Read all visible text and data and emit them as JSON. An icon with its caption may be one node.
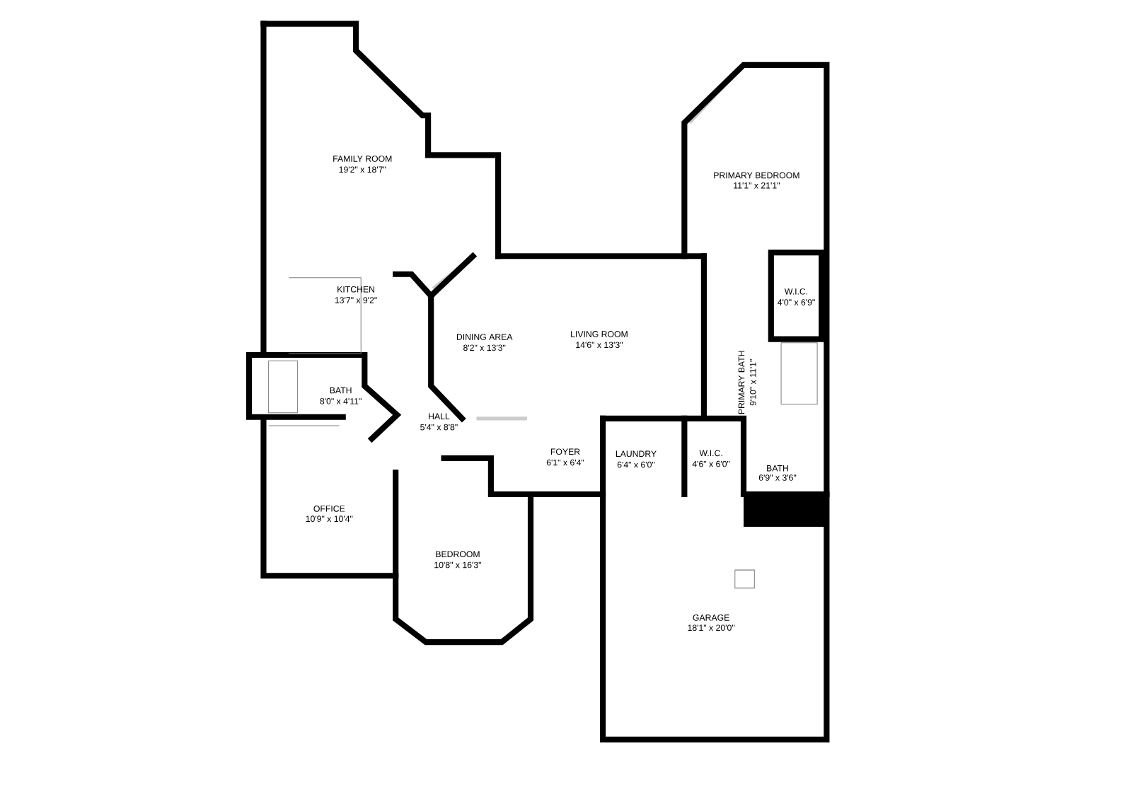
{
  "diagram": {
    "labels": [
      "FAMILY ROOM",
      "19'2\" x 18'7\"",
      "PRIMARY BEDROOM",
      "11'1\" x 21'1\"",
      "KITCHEN",
      "13'7\" x 9'2\"",
      "W.I.C.",
      "4'0\" x 6'9\"",
      "DINING AREA",
      "8'2\" x 13'3\"",
      "LIVING ROOM",
      "14'6\" x 13'3\"",
      "PRIMARY BATH",
      "9'10\" x 11'1\"",
      "BATH",
      "8'0\" x 4'11\"",
      "HALL",
      "5'4\" x 8'8\"",
      "FOYER",
      "6'1\" x 6'4\"",
      "LAUNDRY",
      "6'4\" x 6'0\"",
      "W.I.C.",
      "4'6\" x 6'0\"",
      "BATH",
      "6'9\" x 3'6\"",
      "OFFICE",
      "10'9\" x 10'4\"",
      "BEDROOM",
      "10'8\" x 16'3\"",
      "GARAGE",
      "18'1\" x 20'0\""
    ]
  }
}
